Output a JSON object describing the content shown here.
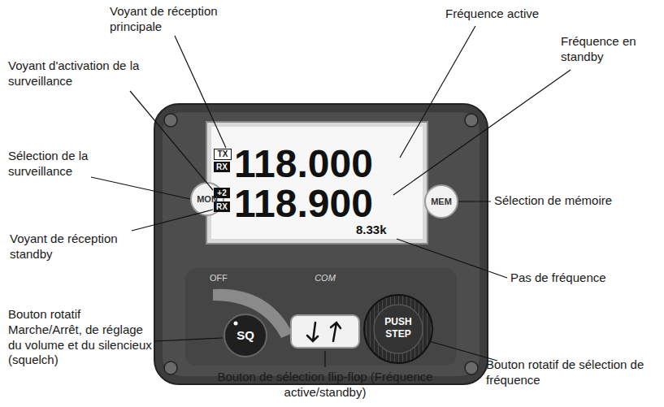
{
  "diagram": {
    "labels": [
      "Voyant de réception principale",
      "Fréquence active",
      "Voyant d'activation de la surveillance",
      "Fréquence en standby",
      "Sélection de la surveillance",
      "Sélection de mémoire",
      "Voyant de réception standby",
      "Pas de fréquence",
      "Bouton rotatif Marche/Arrêt, de réglage du volume et du silencieux (squelch)",
      "Bouton de sélection flip-flop (Fréquence active/standby)",
      "Bouton rotatif de sélection de fréquence",
      "TX",
      "RX",
      "+2",
      "RX",
      "118.000",
      "118.900",
      "8.33k",
      "MON",
      "MEM",
      "OFF",
      "COM",
      "SQ",
      "PUSH",
      "STEP"
    ]
  }
}
